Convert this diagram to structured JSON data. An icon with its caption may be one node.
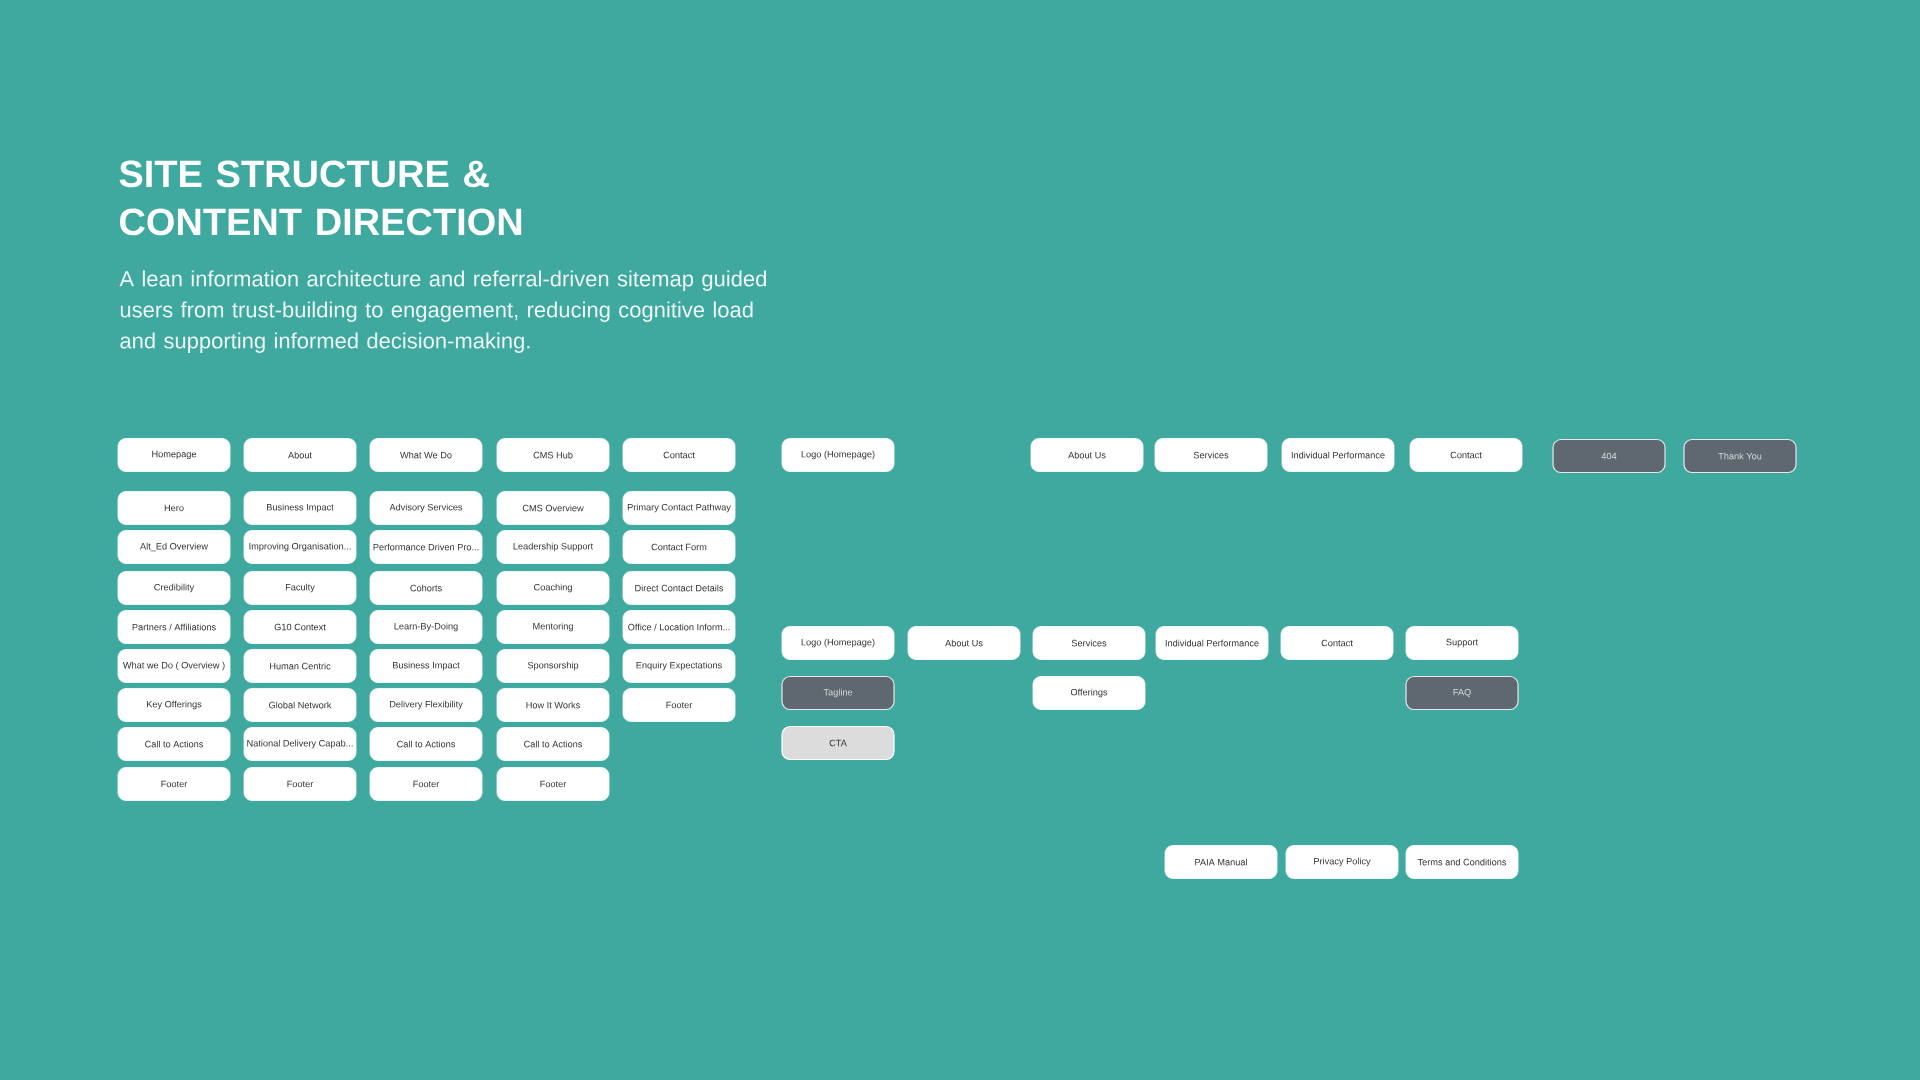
{
  "diagram": {
    "title": "SITE STRUCTURE & CONTENT DIRECTION",
    "nodes": [
      {
        "text": [
          "Homepage"
        ]
      },
      {
        "text": [
          "About"
        ]
      },
      {
        "text": [
          "What We Do"
        ]
      },
      {
        "text": [
          "CMS Hub"
        ]
      },
      {
        "text": [
          "Contact"
        ]
      },
      {
        "text": [
          "Hero"
        ]
      },
      {
        "text": [
          "Business Impact"
        ]
      },
      {
        "text": [
          "Advisory Services"
        ]
      },
      {
        "text": [
          "CMS Overview"
        ]
      },
      {
        "text": [
          "Primary Contact Pathway"
        ]
      },
      {
        "text": [
          "Alt_Ed Overview"
        ]
      },
      {
        "text": [
          "Improving Organisation..."
        ]
      },
      {
        "text": [
          "Performance Driven Pro..."
        ]
      },
      {
        "text": [
          "Leadership Support"
        ]
      },
      {
        "text": [
          "Contact Form"
        ]
      },
      {
        "text": [
          "Credibility"
        ]
      },
      {
        "text": [
          "Faculty"
        ]
      },
      {
        "text": [
          "Cohorts"
        ]
      },
      {
        "text": [
          "Coaching"
        ]
      },
      {
        "text": [
          "Direct Contact Details"
        ]
      },
      {
        "text": [
          "Partners / Affiliations"
        ]
      },
      {
        "text": [
          "G10 Context"
        ]
      },
      {
        "text": [
          "Learn-By-Doing"
        ]
      },
      {
        "text": [
          "Mentoring"
        ]
      },
      {
        "text": [
          "Office / Location Inform..."
        ]
      },
      {
        "text": [
          "What we Do ( Overview )"
        ]
      },
      {
        "text": [
          "Human Centric"
        ]
      },
      {
        "text": [
          "Business Impact"
        ]
      },
      {
        "text": [
          "Sponsorship"
        ]
      },
      {
        "text": [
          "Enquiry Expectations"
        ]
      },
      {
        "text": [
          "Key Offerings"
        ]
      },
      {
        "text": [
          "Global Network"
        ]
      },
      {
        "text": [
          "Delivery Flexibility"
        ]
      },
      {
        "text": [
          "How It Works"
        ]
      },
      {
        "text": [
          "Footer"
        ]
      },
      {
        "text": [
          "Call to Actions"
        ]
      },
      {
        "text": [
          "National Delivery Capab..."
        ]
      },
      {
        "text": [
          "Call to Actions"
        ]
      },
      {
        "text": [
          "Call to Actions"
        ]
      },
      {
        "text": [
          "Footer"
        ]
      },
      {
        "text": [
          "Footer"
        ]
      },
      {
        "text": [
          "Footer"
        ]
      },
      {
        "text": [
          "Footer"
        ]
      },
      {
        "text": [
          "Logo (Homepage)"
        ]
      },
      {
        "text": [
          "About Us"
        ]
      },
      {
        "text": [
          "Services"
        ]
      },
      {
        "text": [
          "Individual Performance"
        ]
      },
      {
        "text": [
          "Contact"
        ]
      },
      {
        "text": [
          "404"
        ]
      },
      {
        "text": [
          "Thank You"
        ]
      },
      {
        "text": [
          "Logo (Homepage)"
        ]
      },
      {
        "text": [
          "About Us"
        ]
      },
      {
        "text": [
          "Services"
        ]
      },
      {
        "text": [
          "Individual Performance"
        ]
      },
      {
        "text": [
          "Contact"
        ]
      },
      {
        "text": [
          "Support"
        ]
      },
      {
        "text": [
          "Tagline"
        ]
      },
      {
        "text": [
          "Offerings"
        ]
      },
      {
        "text": [
          "FAQ"
        ]
      },
      {
        "text": [
          "CTA"
        ]
      },
      {
        "text": [
          "PAIA Manual"
        ]
      },
      {
        "text": [
          "Privacy Policy"
        ]
      },
      {
        "text": [
          "Terms and Conditions"
        ]
      }
    ],
    "labels": [
      "A lean information architecture and referral-driven sitemap guided users from trust-building to engagement, reducing cognitive load and supporting informed decision-making."
    ]
  }
}
